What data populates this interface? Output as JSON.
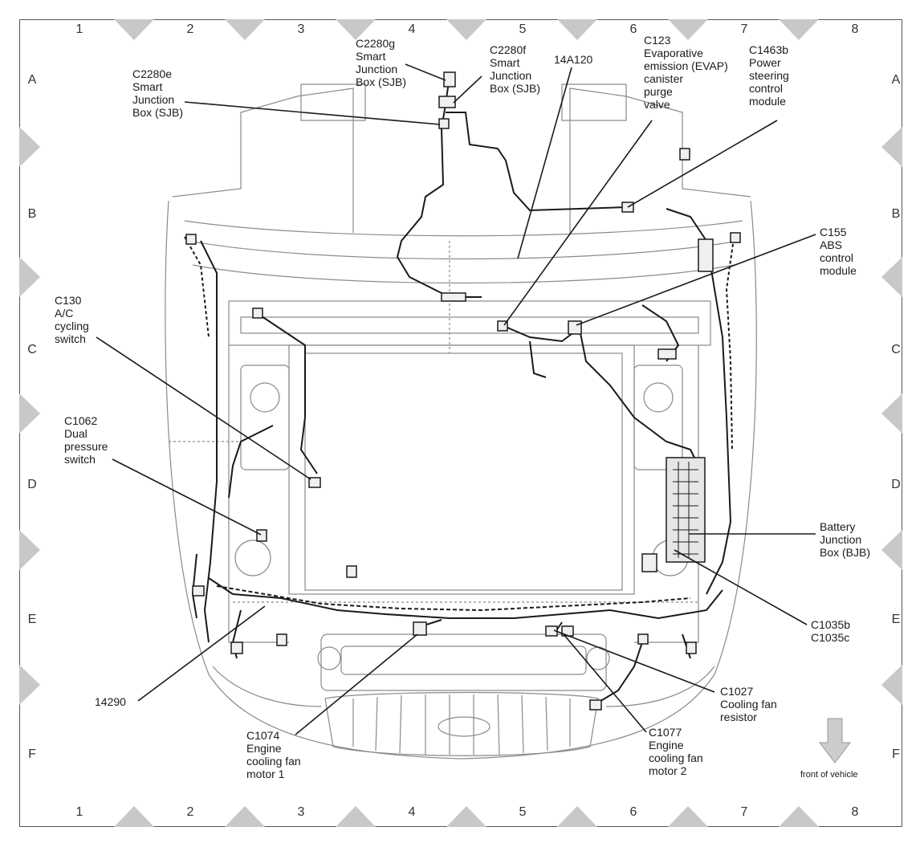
{
  "grid": {
    "columns": [
      "1",
      "2",
      "3",
      "4",
      "5",
      "6",
      "7",
      "8"
    ],
    "rows": [
      "A",
      "B",
      "C",
      "D",
      "E",
      "F"
    ]
  },
  "callouts": {
    "c2280e": "C2280e\nSmart\nJunction\nBox (SJB)",
    "c2280g": "C2280g\nSmart\nJunction\nBox (SJB)",
    "c2280f": "C2280f\nSmart\nJunction\nBox (SJB)",
    "h14a120": "14A120",
    "c123": "C123\nEvaporative\nemission (EVAP)\ncanister\npurge\nvalve",
    "c1463b": "C1463b\nPower\nsteering\ncontrol\nmodule",
    "c155": "C155\nABS\ncontrol\nmodule",
    "c130": "C130\nA/C\ncycling\nswitch",
    "c1062": "C1062\nDual\npressure\nswitch",
    "bjb": "Battery\nJunction\nBox (BJB)",
    "c1035": "C1035b\nC1035c",
    "h14290": "14290",
    "c1027": "C1027\nCooling fan\nresistor",
    "c1077": "C1077\nEngine\ncooling fan\nmotor 2",
    "c1074": "C1074\nEngine\ncooling fan\nmotor 1",
    "front": "front of vehicle"
  },
  "colors": {
    "line": "#1a1a1a",
    "structure": "#8a8a8a",
    "grid_marker": "#c8c8c8",
    "arrow": "#cccccc"
  },
  "icons": {
    "front_arrow": "down-arrow-icon"
  }
}
